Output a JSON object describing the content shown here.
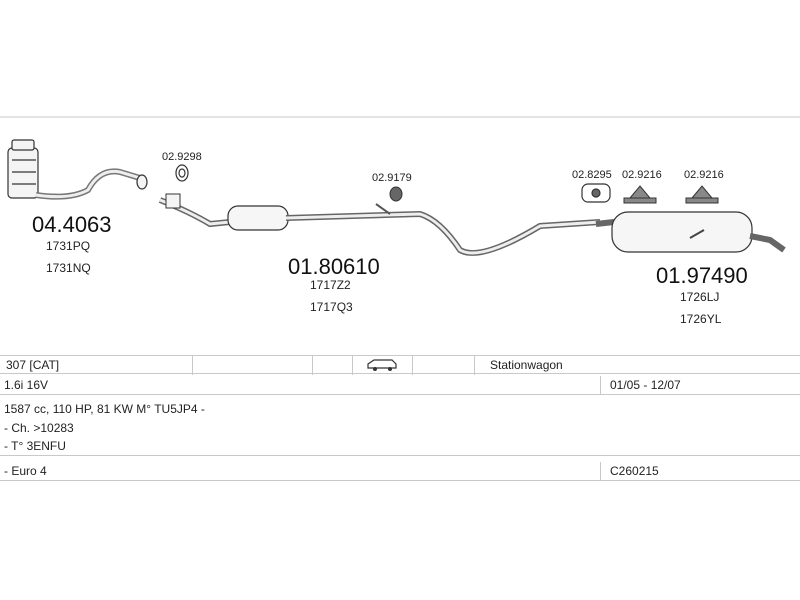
{
  "parts": {
    "catalyst": {
      "code": "04.4063",
      "ref1": "1731PQ",
      "ref2": "1731NQ"
    },
    "gasket": {
      "code": "02.9298"
    },
    "clamp": {
      "code": "02.9179"
    },
    "middle": {
      "code": "01.80610",
      "ref1": "1717Z2",
      "ref2": "1717Q3"
    },
    "rubber1": {
      "code": "02.8295"
    },
    "rubber2": {
      "code": "02.9216"
    },
    "rubber3": {
      "code": "02.9216"
    },
    "rear": {
      "code": "01.97490",
      "ref1": "1726LJ",
      "ref2": "1726YL"
    }
  },
  "vehicle": {
    "model": "307  [CAT]",
    "body_type": "Stationwagon",
    "engine": "1.6i 16V",
    "dates": "01/05 - 12/07",
    "specs": "1587 cc, 110 HP, 81 KW  M° TU5JP4 -",
    "chassis": "- Ch. >10283",
    "type_code": "- T° 3ENFU",
    "emission": "- Euro 4",
    "catalog_code": "C260215"
  }
}
